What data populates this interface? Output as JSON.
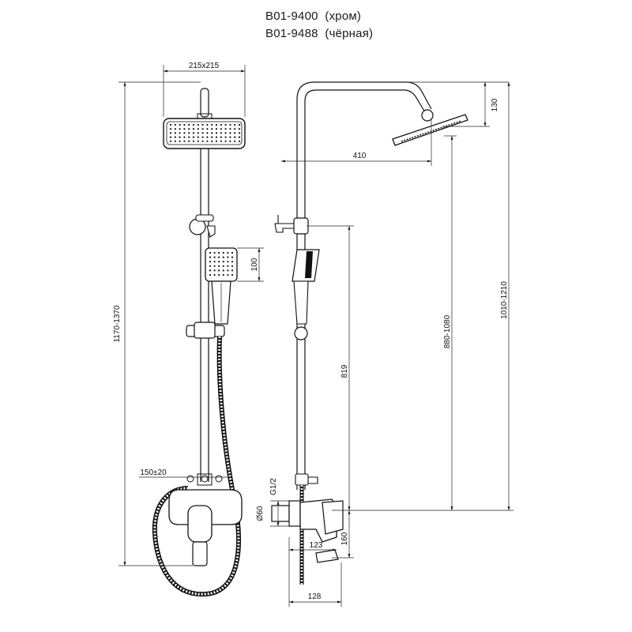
{
  "header": {
    "line1": "B01-9400  (хром)",
    "line2": "B01-9488  (чёрная)"
  },
  "dimensions": {
    "head_size": "215x215",
    "total_height": "1170-1370",
    "hand_shower": "100",
    "mixer_spacing": "150±20",
    "overhead_reach": "410",
    "head_thickness": "130",
    "bar_height": "819",
    "range_mid": "880-1080",
    "range_right": "1010-1210",
    "thread": "G1/2",
    "diameter": "Ø60",
    "spout": "123",
    "mixer_height": "160",
    "depth": "128"
  }
}
